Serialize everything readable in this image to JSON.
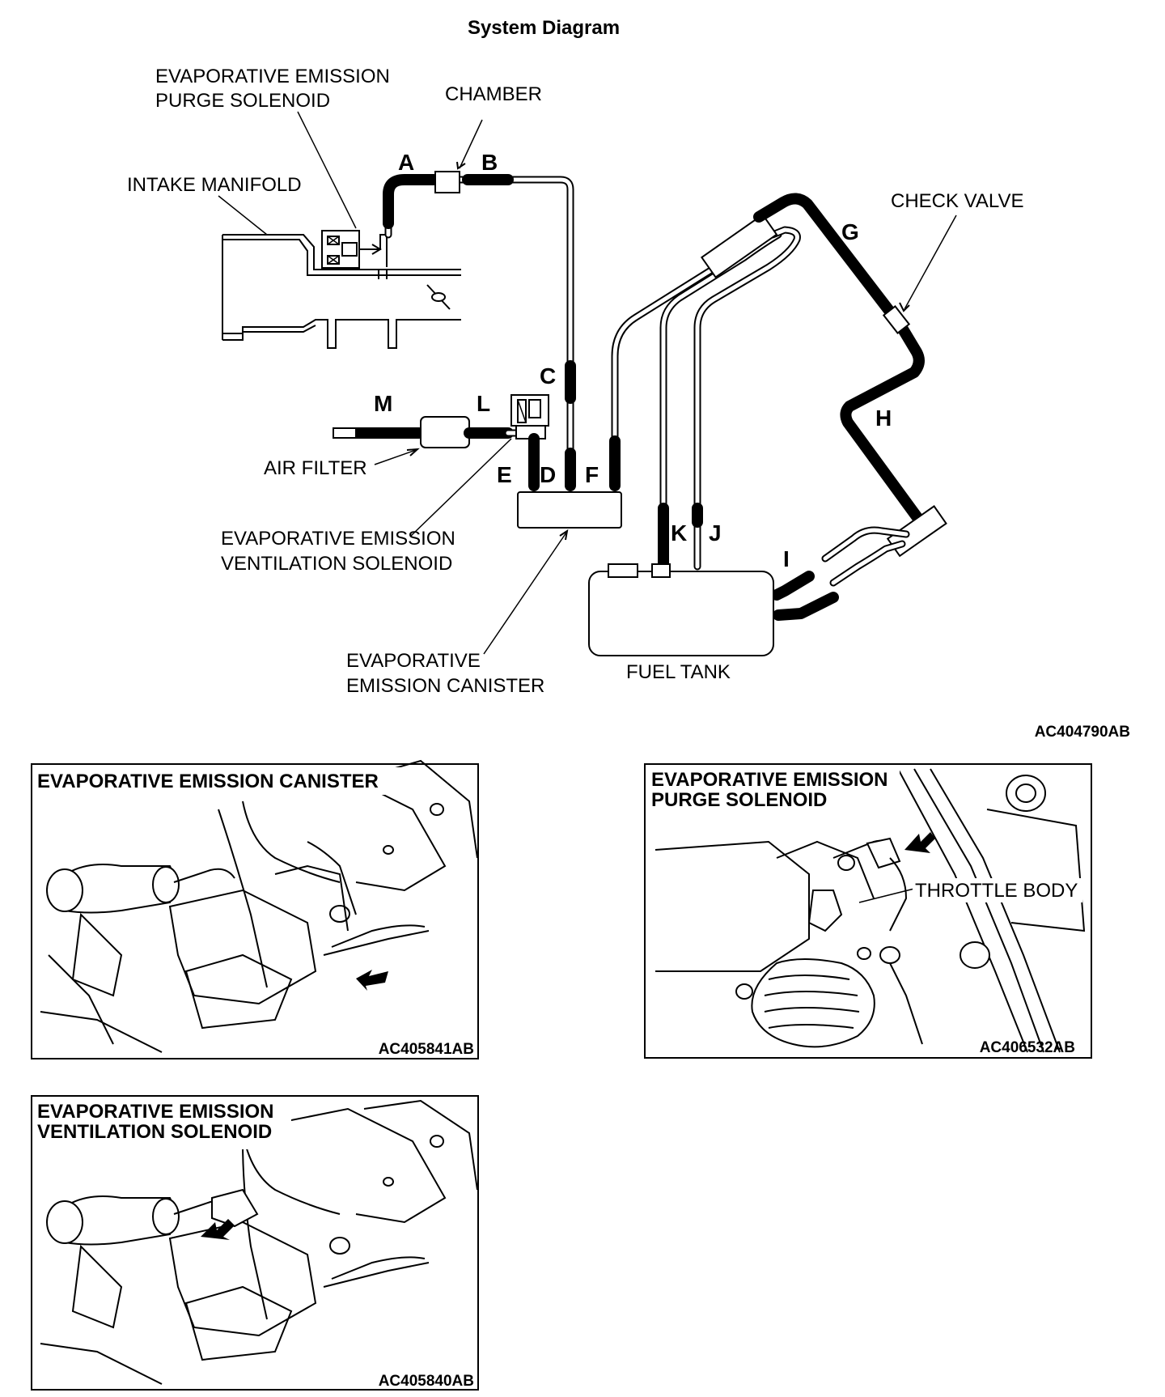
{
  "title": "System Diagram",
  "labels": {
    "purge_solenoid": [
      "EVAPORATIVE EMISSION",
      "PURGE SOLENOID"
    ],
    "chamber": "CHAMBER",
    "intake_manifold": "INTAKE MANIFOLD",
    "check_valve": "CHECK VALVE",
    "air_filter": "AIR FILTER",
    "ventilation_solenoid": [
      "EVAPORATIVE EMISSION",
      "VENTILATION SOLENOID"
    ],
    "canister": [
      "EVAPORATIVE",
      "EMISSION CANISTER"
    ],
    "fuel_tank": "FUEL TANK"
  },
  "hose_letters": {
    "A": "A",
    "B": "B",
    "C": "C",
    "D": "D",
    "E": "E",
    "F": "F",
    "G": "G",
    "H": "H",
    "I": "I",
    "J": "J",
    "K": "K",
    "L": "L",
    "M": "M"
  },
  "diagram_ref": "AC404790AB",
  "photos": [
    {
      "title": [
        "EVAPORATIVE EMISSION CANISTER"
      ],
      "ref": "AC405841AB"
    },
    {
      "title": [
        "EVAPORATIVE EMISSION",
        "PURGE SOLENOID"
      ],
      "extra_label": "THROTTLE BODY",
      "ref": "AC406532AB"
    },
    {
      "title": [
        "EVAPORATIVE EMISSION",
        "VENTILATION SOLENOID"
      ],
      "ref": "AC405840AB"
    }
  ]
}
